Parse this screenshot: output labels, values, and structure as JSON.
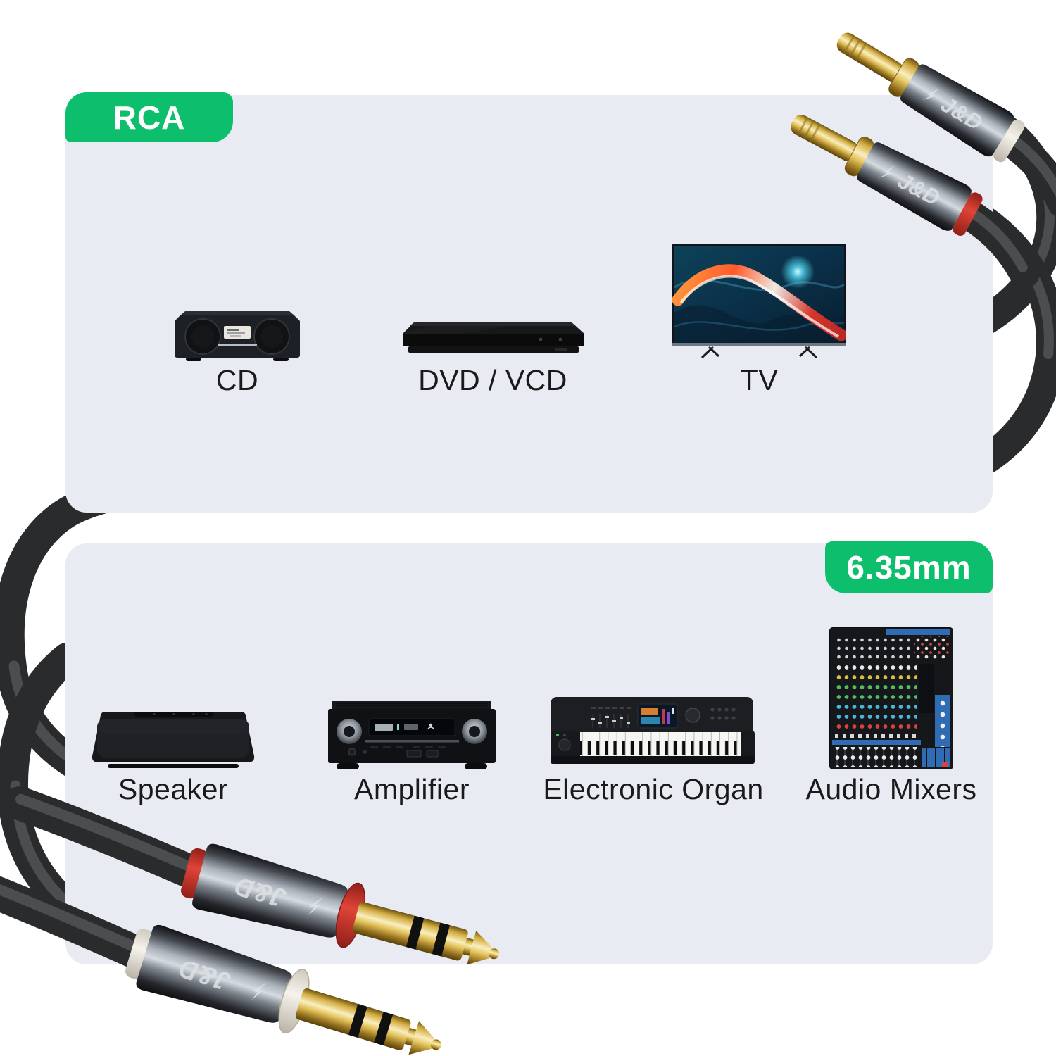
{
  "brand": {
    "name": "J&D",
    "logo_icon": "lightning-bolt"
  },
  "colors": {
    "badge_green": "#0dbf6c",
    "panel_gray": "#e8ebf2",
    "label_text": "#1a1a1a",
    "cable_black": "#2a2b2d",
    "gold": "#d3ac41",
    "ring_red": "#cf3428",
    "ring_white": "#f3f0e9",
    "mixer_blue": "#306cb4"
  },
  "sections": [
    {
      "id": "rca",
      "badge_label": "RCA",
      "badge_position": "top-left",
      "devices": [
        {
          "id": "cd-player",
          "label": "CD"
        },
        {
          "id": "dvd-player",
          "label": "DVD / VCD"
        },
        {
          "id": "tv",
          "label": "TV"
        }
      ],
      "connectors": {
        "type": "rca-male-plug-pair",
        "ring_colors": [
          "white",
          "red"
        ]
      }
    },
    {
      "id": "six-point-three-five-mm",
      "badge_label": "6.35mm",
      "badge_position": "top-right",
      "devices": [
        {
          "id": "speaker",
          "label": "Speaker"
        },
        {
          "id": "amplifier",
          "label": "Amplifier"
        },
        {
          "id": "electronic-organ",
          "label": "Electronic Organ"
        },
        {
          "id": "audio-mixer",
          "label": "Audio Mixers"
        }
      ],
      "connectors": {
        "type": "trs-6.35mm-plug-pair",
        "ring_colors": [
          "red",
          "white"
        ]
      }
    }
  ]
}
